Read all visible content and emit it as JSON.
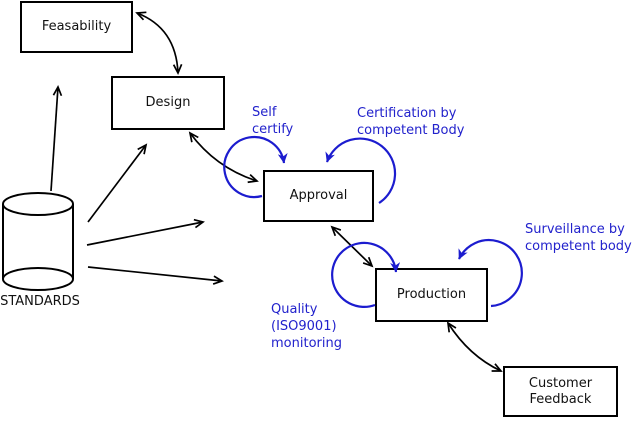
{
  "diagram": {
    "colors": {
      "background": "#ffffff",
      "line_black": "#000000",
      "box_border": "#000000",
      "annotation_blue": "#2222cc",
      "loop_blue": "#1c1ccf"
    },
    "nodes": [
      {
        "id": "feasability",
        "label": "Feasability"
      },
      {
        "id": "design",
        "label": "Design"
      },
      {
        "id": "approval",
        "label": "Approval"
      },
      {
        "id": "production",
        "label": "Production"
      },
      {
        "id": "customer_feedback",
        "label": "Customer Feedback",
        "line1": "Customer",
        "line2": "Feedback"
      }
    ],
    "datastore": {
      "label": "STANDARDS",
      "shape": "cylinder"
    },
    "annotations": {
      "self_certify": {
        "line1": "Self",
        "line2": "certify"
      },
      "certification": {
        "line1": "Certification by",
        "line2": "competent Body"
      },
      "surveillance": {
        "line1": "Surveillance by",
        "line2": "competent body"
      },
      "quality": {
        "line1": "Quality",
        "line2": "(ISO9001)",
        "line3": "monitoring"
      }
    },
    "connections": [
      {
        "from": "standards",
        "to": "feasability",
        "style": "single-arrow"
      },
      {
        "from": "standards",
        "to": "design",
        "style": "single-arrow"
      },
      {
        "from": "standards",
        "to": "approval",
        "style": "single-arrow"
      },
      {
        "from": "standards",
        "to": "production",
        "style": "single-arrow"
      },
      {
        "from": "feasability",
        "to": "design",
        "style": "double-arrow-curved"
      },
      {
        "from": "design",
        "to": "approval",
        "style": "double-arrow-curved"
      },
      {
        "from": "approval",
        "to": "production",
        "style": "double-arrow"
      },
      {
        "from": "production",
        "to": "customer_feedback",
        "style": "double-arrow"
      },
      {
        "on": "approval",
        "label": "Self certify",
        "style": "self-loop-left"
      },
      {
        "on": "approval",
        "label": "Certification by competent Body",
        "style": "self-loop-right"
      },
      {
        "on": "production",
        "label": "Quality (ISO9001) monitoring",
        "style": "self-loop-left"
      },
      {
        "on": "production",
        "label": "Surveillance by competent body",
        "style": "self-loop-right"
      }
    ]
  }
}
